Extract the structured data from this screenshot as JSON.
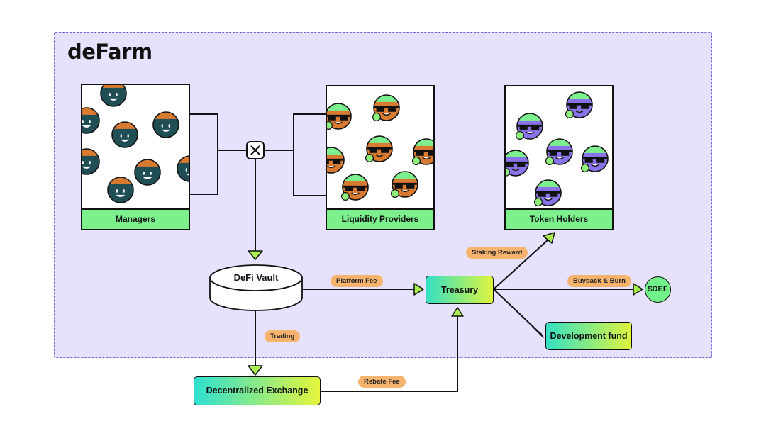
{
  "title": "deFarm",
  "panels": {
    "managers": "Managers",
    "liquidity_providers": "Liquidity Providers",
    "token_holders": "Token Holders"
  },
  "nodes": {
    "defi_vault": "DeFi Vault",
    "treasury": "Treasury",
    "development_fund": "Development fund",
    "dex": "Decentralized Exchange",
    "def_token": "$DEF"
  },
  "labels": {
    "platform_fee": "Platform Fee",
    "staking_reward": "Staking Reward",
    "buyback_burn": "Buyback & Burn",
    "trading": "Trading",
    "rebate_fee": "Rebate Fee"
  },
  "colors": {
    "frame_bg": "#e6e1fd",
    "frame_border": "#6e63d6",
    "caption_green": "#7df08e",
    "pill_orange": "#f6b36d",
    "manager_face": "#1f4f55",
    "lp_face": "#d97a31",
    "holder_face": "#8a73e8",
    "green_cap": "#7df08e"
  }
}
